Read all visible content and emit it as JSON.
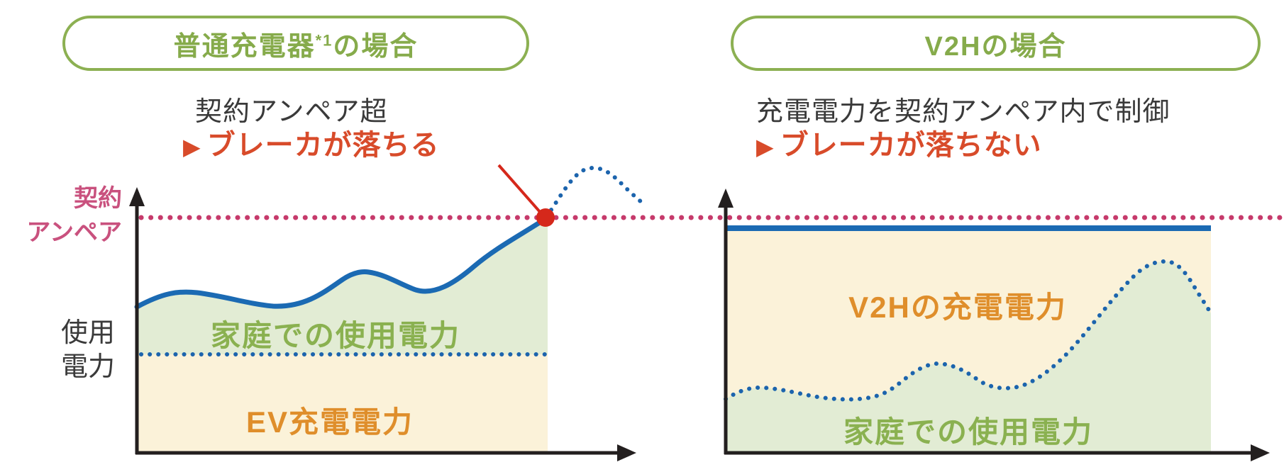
{
  "left": {
    "title_main": "普通充電器",
    "title_sup": "*1",
    "title_rest": "の場合",
    "subtitle": "契約アンペア超",
    "alert_marker": "▶",
    "alert_text": "ブレーカが落ちる",
    "ylabel_contract_line1": "契約",
    "ylabel_contract_line2": "アンペア",
    "ylabel_usage_line1": "使用",
    "ylabel_usage_line2": "電力",
    "label_home": "家庭での使用電力",
    "label_ev": "EV充電電力"
  },
  "right": {
    "title": "V2Hの場合",
    "subtitle": "充電電力を契約アンペア内で制御",
    "alert_marker": "▶",
    "alert_text": "ブレーカが落ちない",
    "label_v2h": "V2Hの充電電力",
    "label_home": "家庭での使用電力"
  },
  "colors": {
    "green_accent": "#8cb052",
    "green_text": "#8ab150",
    "green_fill": "#e2ecd4",
    "cream_fill": "#fbf2d9",
    "orange_text": "#df8e2b",
    "blue_line": "#1b6ab3",
    "blue_dots": "#1c64ad",
    "pink_dots": "#c63a6b",
    "pink_label": "#c9517e",
    "red_text": "#d84b2a",
    "red_dot": "#d5281b",
    "axis_black": "#231f1f",
    "text_black": "#3a3a3a"
  }
}
